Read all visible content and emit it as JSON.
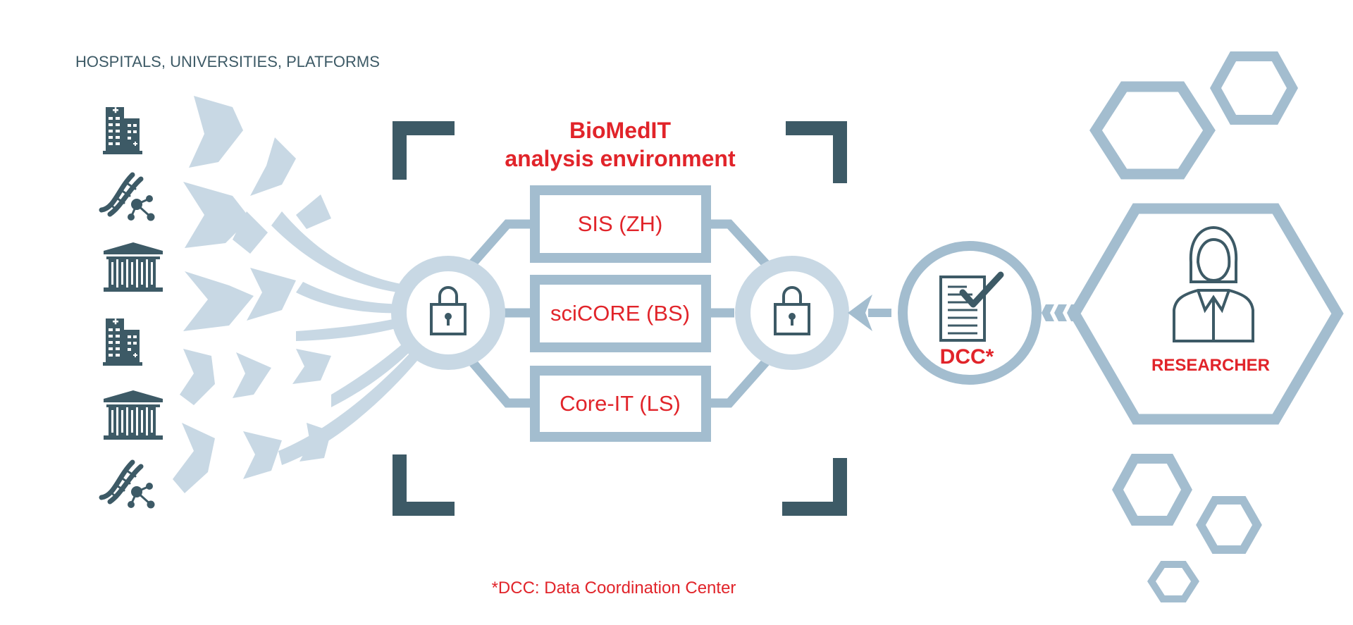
{
  "header": {
    "sources_label": "HOSPITALS, UNIVERSITIES, PLATFORMS"
  },
  "environment": {
    "title_line1": "BioMedIT",
    "title_line2": "analysis environment",
    "nodes": [
      {
        "label": "SIS (ZH)"
      },
      {
        "label": "sciCORE (BS)"
      },
      {
        "label": "Core-IT (LS)"
      }
    ]
  },
  "dcc": {
    "label": "DCC*"
  },
  "researcher": {
    "label": "RESEARCHER"
  },
  "footnote": {
    "text": "*DCC: Data Coordination Center"
  },
  "sources": {
    "icons": [
      "hospital-icon",
      "dna-icon",
      "institution-icon",
      "hospital-icon",
      "institution-icon",
      "dna-icon"
    ]
  },
  "colors": {
    "dark": "#3d5a66",
    "light": "#a3bdcf",
    "pale": "#c8d8e4",
    "accent": "#e1242a"
  }
}
